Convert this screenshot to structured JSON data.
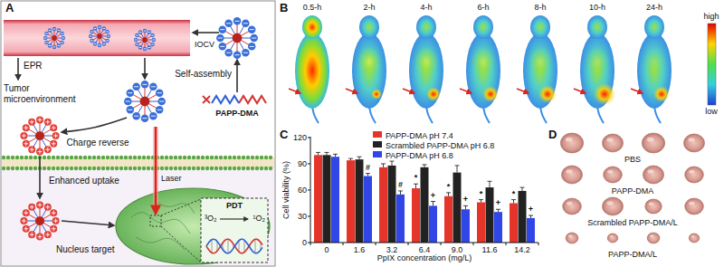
{
  "diagram": {
    "labels": [
      "A",
      "EPR",
      "IOCV",
      "Self-assembly",
      "PAPP-DMA",
      "Tumor microenvironment",
      "Charge reverse",
      "Enhanced uptake",
      "Laser",
      "Nucleus target",
      "PDT",
      "³O₂",
      "¹O₂",
      "B",
      "0.5-h",
      "2-h",
      "4-h",
      "6-h",
      "8-h",
      "10-h",
      "24-h",
      "high",
      "low",
      "C",
      "Cell viability (%)",
      "0",
      "30",
      "60",
      "90",
      "120",
      "0",
      "1.6",
      "3.2",
      "6.4",
      "9.0",
      "11.6",
      "14.2",
      "PpIX concentration (mg/L)",
      "#",
      "#",
      "*",
      "+",
      "*",
      "+",
      "*",
      "+",
      "*",
      "+",
      "D",
      "PBS",
      "PAPP-DMA",
      "Scrambled PAPP-DMA/L",
      "PAPP-DMA/L"
    ],
    "legend": [
      {
        "text": "PAPP-DMA pH 7.4",
        "color": "#e5352a"
      },
      {
        "text": "Scrambled PAPP-DMA pH 6.8",
        "color": "#222222"
      },
      {
        "text": "PAPP-DMA pH 6.8",
        "color": "#3146e6"
      }
    ]
  }
}
